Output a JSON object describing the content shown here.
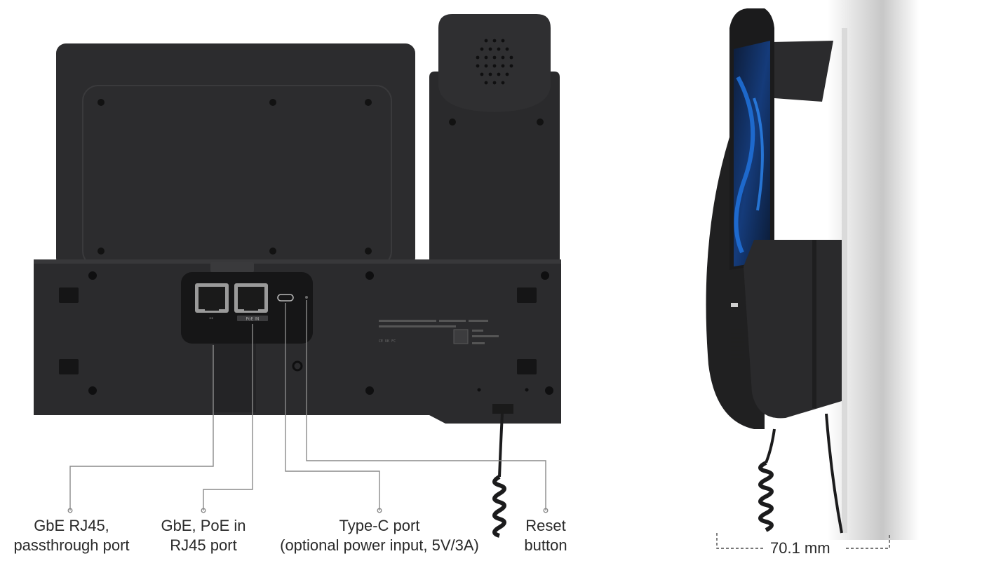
{
  "callouts": {
    "gbe_passthrough": {
      "line1": "GbE RJ45,",
      "line2": "passthrough port"
    },
    "gbe_poe": {
      "line1": "GbE, PoE in",
      "line2": "RJ45 port"
    },
    "typec": {
      "line1": "Type-C port",
      "line2": "(optional power input, 5V/3A)"
    },
    "reset": {
      "line1": "Reset",
      "line2": "button"
    }
  },
  "dimension": {
    "depth": "70.1 mm"
  },
  "labels": {
    "poe_tag": "PoE IN",
    "regulatory_text": ""
  },
  "colors": {
    "device_body": "#2c2c2e",
    "device_dark": "#1c1c1d",
    "leader_line": "#8a8a8a",
    "screen_accent": "#1f6fd6",
    "text": "#2a2a2a"
  }
}
